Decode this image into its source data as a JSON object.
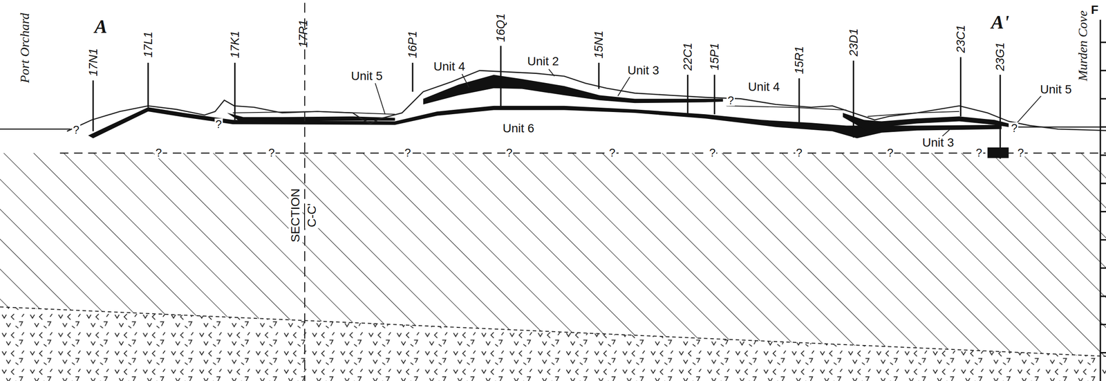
{
  "diagram": {
    "labels": [
      "Port Orchard",
      "A",
      "A'",
      "Murden Cove",
      "F",
      "17N1",
      "17L1",
      "17K1",
      "17R1",
      "16P1",
      "16Q1",
      "15N1",
      "22C1",
      "15P1",
      "15R1",
      "23D1",
      "23C1",
      "23G1",
      "Unit 5",
      "Unit 4",
      "Unit 2",
      "Unit 3",
      "Unit 4",
      "Unit 6",
      "Unit 3",
      "Unit 5",
      "SECTION",
      "C-C'",
      "?",
      "?",
      "?",
      "?",
      "?",
      "?",
      "?",
      "?",
      "?",
      "?",
      "?",
      "?",
      "?",
      "?"
    ]
  }
}
